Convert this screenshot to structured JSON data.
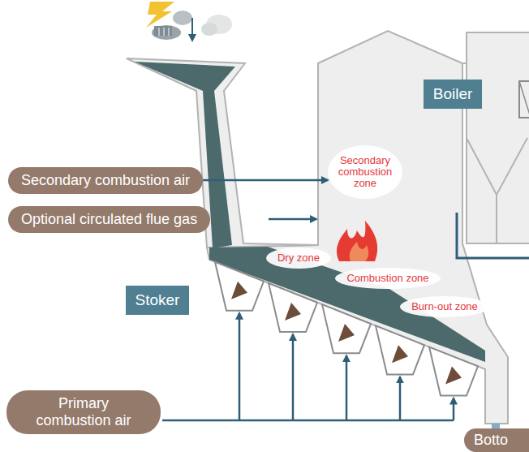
{
  "diagram": {
    "nodes": [
      {
        "text": [
          "Boiler"
        ]
      },
      {
        "text": [
          "Secondary combustion air"
        ]
      },
      {
        "text": [
          "Secondary combustion zone"
        ]
      },
      {
        "text": [
          "Optional circulated flue gas"
        ]
      },
      {
        "text": [
          "Dry zone"
        ]
      },
      {
        "text": [
          "Combustion zone"
        ]
      },
      {
        "text": [
          "Stoker"
        ]
      },
      {
        "text": [
          "Burn-out zone"
        ]
      },
      {
        "text": [
          "Primary combustion air"
        ]
      },
      {
        "text": [
          "Botto"
        ]
      }
    ],
    "edges": [
      {
        "from": 1,
        "to": 2,
        "arrow": "to"
      }
    ]
  }
}
